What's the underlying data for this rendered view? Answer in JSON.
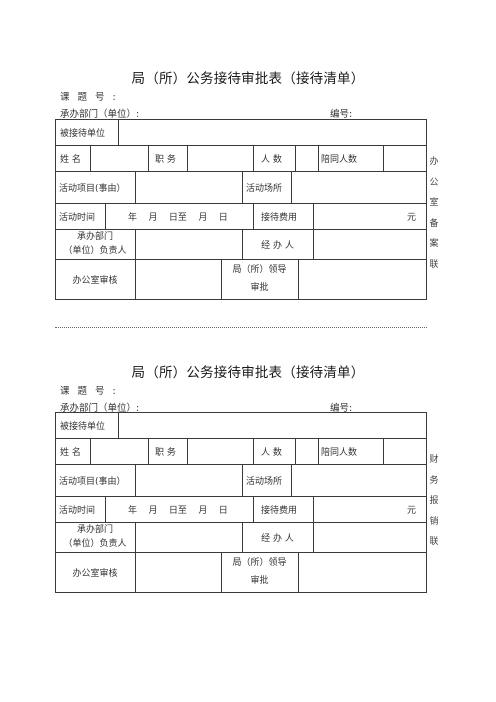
{
  "forms": [
    {
      "title": "局（所）公务接待审批表（接待清单）",
      "subject_label": "课题号:",
      "dept_label": "承办部门（单位）:",
      "serial_label": "编号:",
      "table": {
        "host_unit": "被接待单位",
        "name": "姓 名",
        "position": "职 务",
        "headcount": "人 数",
        "companions": "陪同人数",
        "activity": "活动项目(事由）",
        "venue": "活动场所",
        "time": "活动时间",
        "date_text": "年    月    日至    月    日",
        "fee": "接待费用",
        "yuan": "元",
        "dept_head_1": "承办部门",
        "dept_head_2": "（单位）负责人",
        "handler": "经 办 人",
        "office_review": "办公室审核",
        "leader_1": "局（所）领导",
        "leader_2": "审批"
      },
      "side_note": [
        "办",
        "公",
        "室",
        "备",
        "案",
        "联"
      ]
    },
    {
      "title": "局（所）公务接待审批表（接待清单）",
      "subject_label": "课题号:",
      "dept_label": "承办部门（单位）:",
      "serial_label": "编号:",
      "table": {
        "host_unit": "被接待单位",
        "name": "姓 名",
        "position": "职 务",
        "headcount": "人 数",
        "companions": "陪同人数",
        "activity": "活动项目(事由）",
        "venue": "活动场所",
        "time": "活动时间",
        "date_text": "年    月    日至    月    日",
        "fee": "接待费用",
        "yuan": "元",
        "dept_head_1": "承办部门",
        "dept_head_2": "（单位）负责人",
        "handler": "经 办 人",
        "office_review": "办公室审核",
        "leader_1": "局（所）领导",
        "leader_2": "审批"
      },
      "side_note": [
        "财",
        "务",
        "报",
        "销",
        "联"
      ]
    }
  ]
}
